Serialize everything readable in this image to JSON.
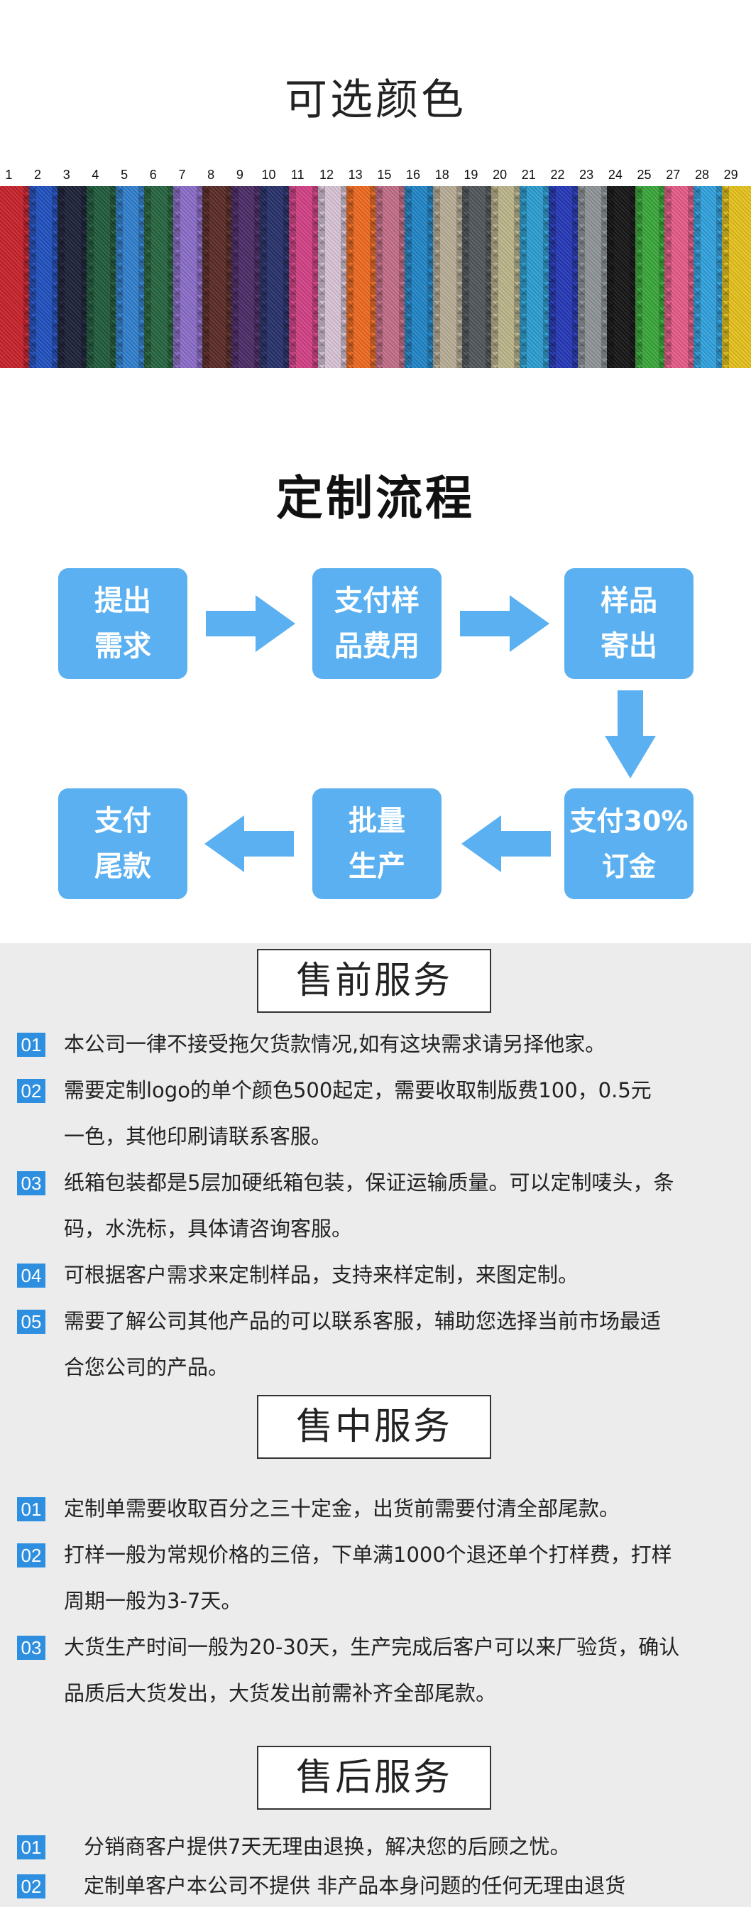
{
  "colors": {
    "title": "可选颜色",
    "swatches": [
      {
        "label": "1",
        "color": "#c8202a"
      },
      {
        "label": "2",
        "color": "#1f4fbf"
      },
      {
        "label": "3",
        "color": "#1b2038"
      },
      {
        "label": "4",
        "color": "#1e5a3a"
      },
      {
        "label": "5",
        "color": "#2f7fce"
      },
      {
        "label": "6",
        "color": "#25643e"
      },
      {
        "label": "7",
        "color": "#8a6cc8"
      },
      {
        "label": "8",
        "color": "#5a2a26"
      },
      {
        "label": "9",
        "color": "#4a2a66"
      },
      {
        "label": "10",
        "color": "#26306a"
      },
      {
        "label": "11",
        "color": "#d43f86"
      },
      {
        "label": "12",
        "color": "#d9c4d6"
      },
      {
        "label": "13",
        "color": "#f06a1e"
      },
      {
        "label": "15",
        "color": "#c36d87"
      },
      {
        "label": "16",
        "color": "#1f86c8"
      },
      {
        "label": "18",
        "color": "#b9ae96"
      },
      {
        "label": "19",
        "color": "#50565a"
      },
      {
        "label": "20",
        "color": "#bdb68b"
      },
      {
        "label": "21",
        "color": "#2a9ed2"
      },
      {
        "label": "22",
        "color": "#2337b8"
      },
      {
        "label": "23",
        "color": "#8e9498"
      },
      {
        "label": "24",
        "color": "#141414"
      },
      {
        "label": "25",
        "color": "#38a838"
      },
      {
        "label": "27",
        "color": "#e85a88"
      },
      {
        "label": "28",
        "color": "#2fa2e0"
      },
      {
        "label": "29",
        "color": "#e8c21a"
      }
    ]
  },
  "process": {
    "title": "定制流程",
    "steps": [
      {
        "line1": "提出",
        "line2": "需求"
      },
      {
        "line1": "支付样",
        "line2": "品费用"
      },
      {
        "line1": "样品",
        "line2": "寄出"
      },
      {
        "line1": "支付30%",
        "line2": "订金"
      },
      {
        "line1": "批量",
        "line2": "生产"
      },
      {
        "line1": "支付",
        "line2": "尾款"
      }
    ],
    "accent": "#5ab0f0"
  },
  "services": {
    "pre": {
      "title": "售前服务",
      "items": [
        {
          "num": "01",
          "lines": [
            "本公司一律不接受拖欠货款情况,如有这块需求请另择他家。"
          ]
        },
        {
          "num": "02",
          "lines": [
            "需要定制logo的单个颜色500起定，需要收取制版费100，0.5元",
            "一色，其他印刷请联系客服。"
          ]
        },
        {
          "num": "03",
          "lines": [
            "纸箱包装都是5层加硬纸箱包装，保证运输质量。可以定制唛头，条",
            "码，水洗标，具体请咨询客服。"
          ]
        },
        {
          "num": "04",
          "lines": [
            "可根据客户需求来定制样品，支持来样定制，来图定制。"
          ]
        },
        {
          "num": "05",
          "lines": [
            "需要了解公司其他产品的可以联系客服，辅助您选择当前市场最适",
            "合您公司的产品。"
          ]
        }
      ]
    },
    "mid": {
      "title": "售中服务",
      "items": [
        {
          "num": "01",
          "lines": [
            "定制单需要收取百分之三十定金，出货前需要付清全部尾款。"
          ]
        },
        {
          "num": "02",
          "lines": [
            "打样一般为常规价格的三倍，下单满1000个退还单个打样费，打样",
            "周期一般为3-7天。"
          ]
        },
        {
          "num": "03",
          "lines": [
            "大货生产时间一般为20-30天，生产完成后客户可以来厂验货，确认",
            "品质后大货发出，大货发出前需补齐全部尾款。"
          ]
        }
      ]
    },
    "after": {
      "title": "售后服务",
      "items": [
        {
          "num": "01",
          "lines": [
            "分销商客户提供7天无理由退换，解决您的后顾之忧。"
          ]
        },
        {
          "num": "02",
          "lines": [
            "定制单客户本公司不提供 非产品本身问题的任何无理由退货"
          ]
        }
      ]
    },
    "num_color": "#2e8fe0"
  }
}
